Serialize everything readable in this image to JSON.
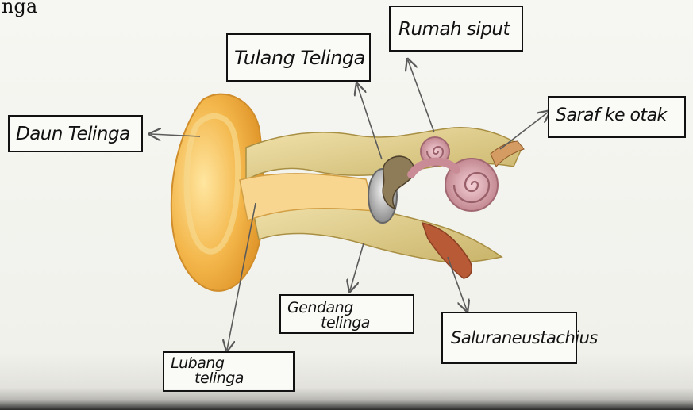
{
  "partial_heading": "nga",
  "labels": {
    "daun_telinga": "Daun Telinga",
    "tulang_telinga": "Tulang Telinga",
    "rumah_siput": "Rumah siput",
    "saraf_ke_otak": "Saraf ke otak",
    "gendang_telinga_line1": "Gendang",
    "gendang_telinga_line2": "telinga",
    "lubang_telinga_line1": "Lubang",
    "lubang_telinga_line2": "telinga",
    "saluran_eustachius": "Saluraneustachius"
  },
  "colors": {
    "outer_ear": "#f2b94a",
    "canal_bone": "#d8ca8c",
    "cochlea": "#d7a0a7",
    "tube": "#b85a35",
    "label_border": "#111111"
  }
}
